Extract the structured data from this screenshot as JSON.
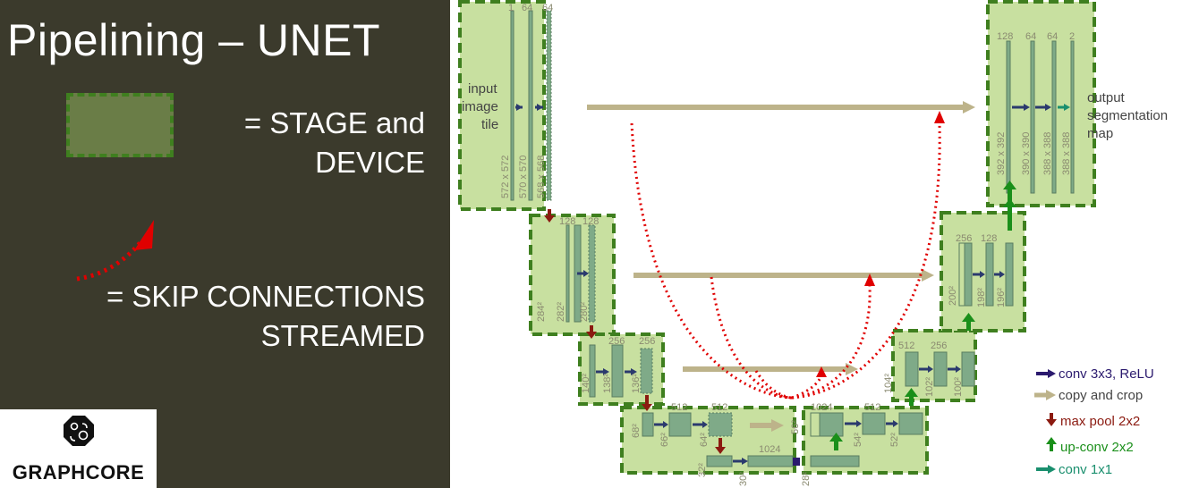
{
  "slide": {
    "title": "Pipelining – UNET",
    "stage_legend_line1": "= STAGE and",
    "stage_legend_line2": "DEVICE",
    "skip_legend_line1": "= SKIP CONNECTIONS",
    "skip_legend_line2": "STREAMED"
  },
  "logo": {
    "text": "GRAPHCORE"
  },
  "diagram": {
    "input_label": [
      "input",
      "image",
      "tile"
    ],
    "output_label": [
      "output",
      "segmentation",
      "map"
    ],
    "channel_labels": {
      "l1": [
        "1",
        "64",
        "64"
      ],
      "l2": [
        "128",
        "128"
      ],
      "l3": [
        "256",
        "256"
      ],
      "l4": [
        "512",
        "512"
      ],
      "l5": [
        "1024"
      ],
      "r4": [
        "1024",
        "512"
      ],
      "r3": [
        "512",
        "256"
      ],
      "r2": [
        "256",
        "128"
      ],
      "r1": [
        "128",
        "64",
        "64",
        "2"
      ]
    },
    "size_labels": {
      "l1": [
        "572 x 572",
        "570 x 570",
        "568 x 568"
      ],
      "l2": [
        "284²",
        "282²",
        "280²"
      ],
      "l3": [
        "140²",
        "138²",
        "136²"
      ],
      "l4": [
        "68²",
        "66²",
        "64²"
      ],
      "l5": [
        "32²",
        "30²",
        "28²"
      ],
      "r4": [
        "56²",
        "54²",
        "52²"
      ],
      "r3": [
        "104²",
        "102²",
        "100²"
      ],
      "r2": [
        "200²",
        "198²",
        "196²"
      ],
      "r1": [
        "392 x 392",
        "390 x 390",
        "388 x 388",
        "388 x 388"
      ]
    },
    "legend": [
      {
        "label": "conv 3x3, ReLU",
        "color": "#2b1a6e"
      },
      {
        "label": "copy and crop",
        "color": "#bdb38a"
      },
      {
        "label": "max pool 2x2",
        "color": "#8b1a10"
      },
      {
        "label": "up-conv 2x2",
        "color": "#1a8f1a"
      },
      {
        "label": "conv 1x1",
        "color": "#1a8f6e"
      }
    ]
  },
  "colors": {
    "slide_bg": "#3b3a2c",
    "stage_fill": "#c8e0a0",
    "stage_border": "#3f7f1f",
    "skip_arrow": "#e00000",
    "feature_map": "#7faa88"
  }
}
